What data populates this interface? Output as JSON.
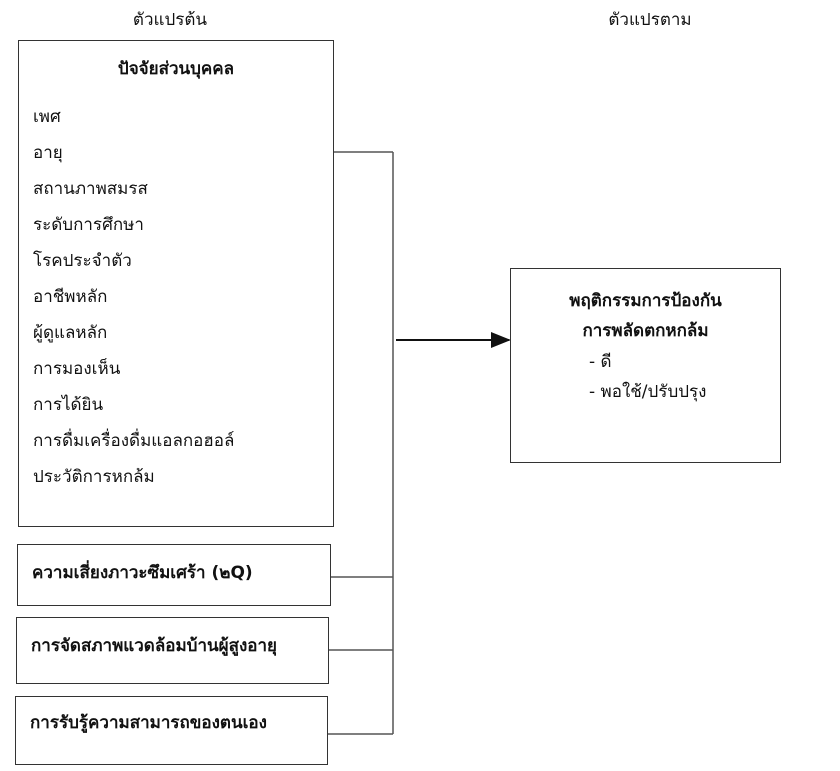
{
  "headers": {
    "independent": "ตัวแปรต้น",
    "dependent": "ตัวแปรตาม"
  },
  "personal_factors": {
    "title": "ปัจจัยส่วนบุคคล",
    "items": [
      "เพศ",
      "อายุ",
      "สถานภาพสมรส",
      "ระดับการศึกษา",
      "โรคประจำตัว",
      "อาชีพหลัก",
      "ผู้ดูแลหลัก",
      "การมองเห็น",
      "การได้ยิน",
      "การดื่มเครื่องดื่มแอลกอฮอล์",
      "ประวัติการหกล้ม"
    ]
  },
  "other_factors": [
    "ความเสี่ยงภาวะซึมเศร้า (๒Q)",
    "การจัดสภาพแวดล้อมบ้านผู้สูงอายุ",
    "การรับรู้ความสามารถของตนเอง"
  ],
  "outcome": {
    "title_line1": "พฤติกรรมการป้องกัน",
    "title_line2": "การพลัดตกหกล้ม",
    "levels": [
      "- ดี",
      "- พอใช้/ปรับปรุง"
    ]
  }
}
